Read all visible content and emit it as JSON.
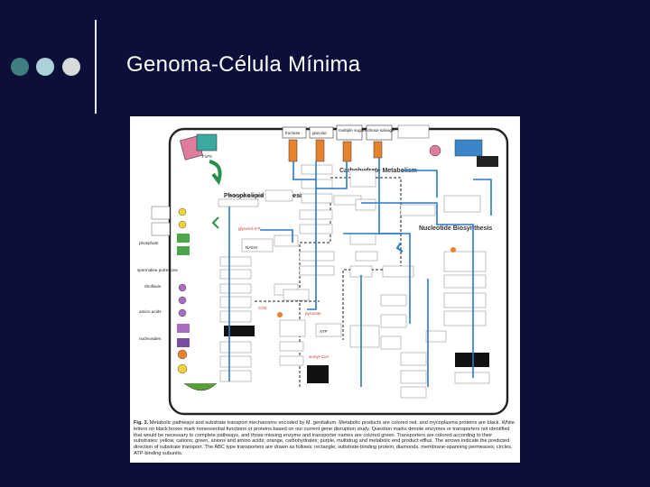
{
  "slide": {
    "title": "Genoma-Célula Mínima"
  },
  "figure": {
    "headers": {
      "phospholipid": "Phospholipid Biosynthesis",
      "carbohydrate": "Carbohydrate Metabolism",
      "nucleotide": "Nucleotide Biosynthesis"
    },
    "labels": {
      "fructose": "fructose",
      "glucose": "glucose",
      "multiple_sugars": "multiple sugars",
      "ribose_salvage": "ribose salvage",
      "pyruvate": "pyruvate",
      "acetyl_coa": "acetyl-CoA",
      "glycerol_3p": "glycerol-3-P",
      "nadh": "NADH",
      "atp": "ATP",
      "co2": "CO2",
      "phosphate": "phosphate",
      "spermidine_putrescine": "spermidine putrescine",
      "riboflavin": "riboflavin",
      "amino_acids": "amino acids",
      "nucleosides": "nucleosides"
    },
    "caption_label": "Fig. 3.",
    "caption_text": "Metabolic pathways and substrate transport mechanisms encoded by M. genitalium. Metabolic products are colored red, and mycoplasma proteins are black. White letters on black boxes mark nonessential functions or proteins based on our current gene disruption study. Question marks denote enzymes or transporters not identified that would be necessary to complete pathways, and those missing enzyme and transporter names are colored green. Transporters are colored according to their substrates: yellow, cations; green, anions and amino acids; orange, carbohydrates; purple, multidrug and metabolic end product efflux. The arrows indicate the predicted direction of substrate transport. The ABC type transporters are drawn as follows: rectangle, substrate-binding protein; diamonds, membrane-spanning permeases; circles, ATP-binding subunits."
  }
}
